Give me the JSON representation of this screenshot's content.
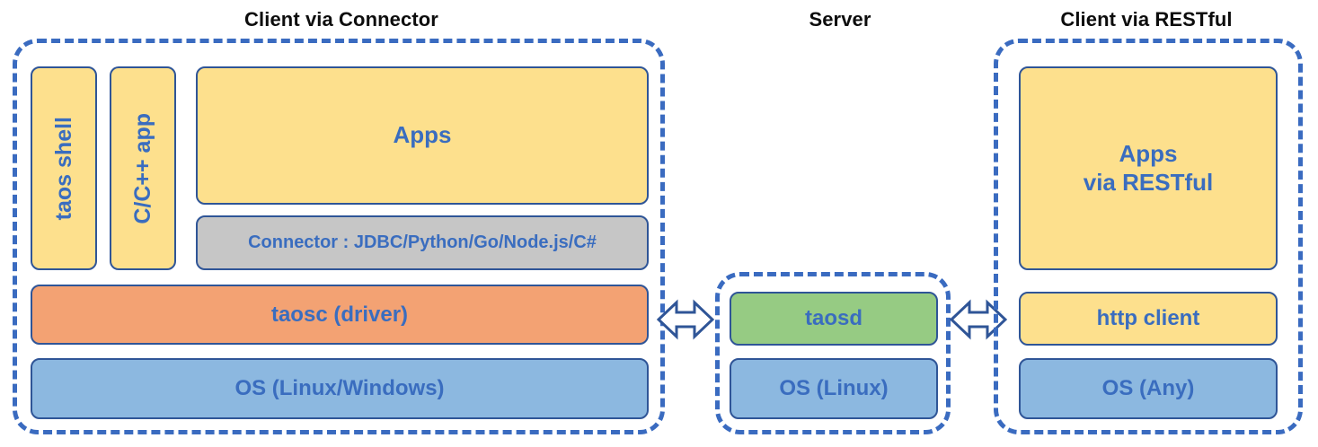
{
  "sections": {
    "connector": {
      "title": "Client via Connector",
      "boxes": {
        "taos_shell": "taos shell",
        "cpp_app": "C/C++ app",
        "apps": "Apps",
        "connector": "Connector : JDBC/Python/Go/Node.js/C#",
        "taosc": "taosc (driver)",
        "os": "OS (Linux/Windows)"
      }
    },
    "server": {
      "title": "Server",
      "boxes": {
        "taosd": "taosd",
        "os": "OS (Linux)"
      }
    },
    "restful": {
      "title": "Client via RESTful",
      "boxes": {
        "apps_line1": "Apps",
        "apps_line2": "via RESTful",
        "http_client": "http client",
        "os": "OS (Any)"
      }
    }
  },
  "connectors": {
    "left_arrow": "double-headed-arrow",
    "right_arrow": "double-headed-arrow"
  },
  "colors": {
    "dashed_border": "#3a6bc0",
    "box_border": "#2f5597",
    "label_text": "#3a6dbf",
    "title_text": "#0d0d0d",
    "yellow": "#fde08d",
    "orange": "#f3a273",
    "blue": "#8cb8e0",
    "green": "#96cb83",
    "gray": "#c6c6c6",
    "background": "#ffffff"
  }
}
